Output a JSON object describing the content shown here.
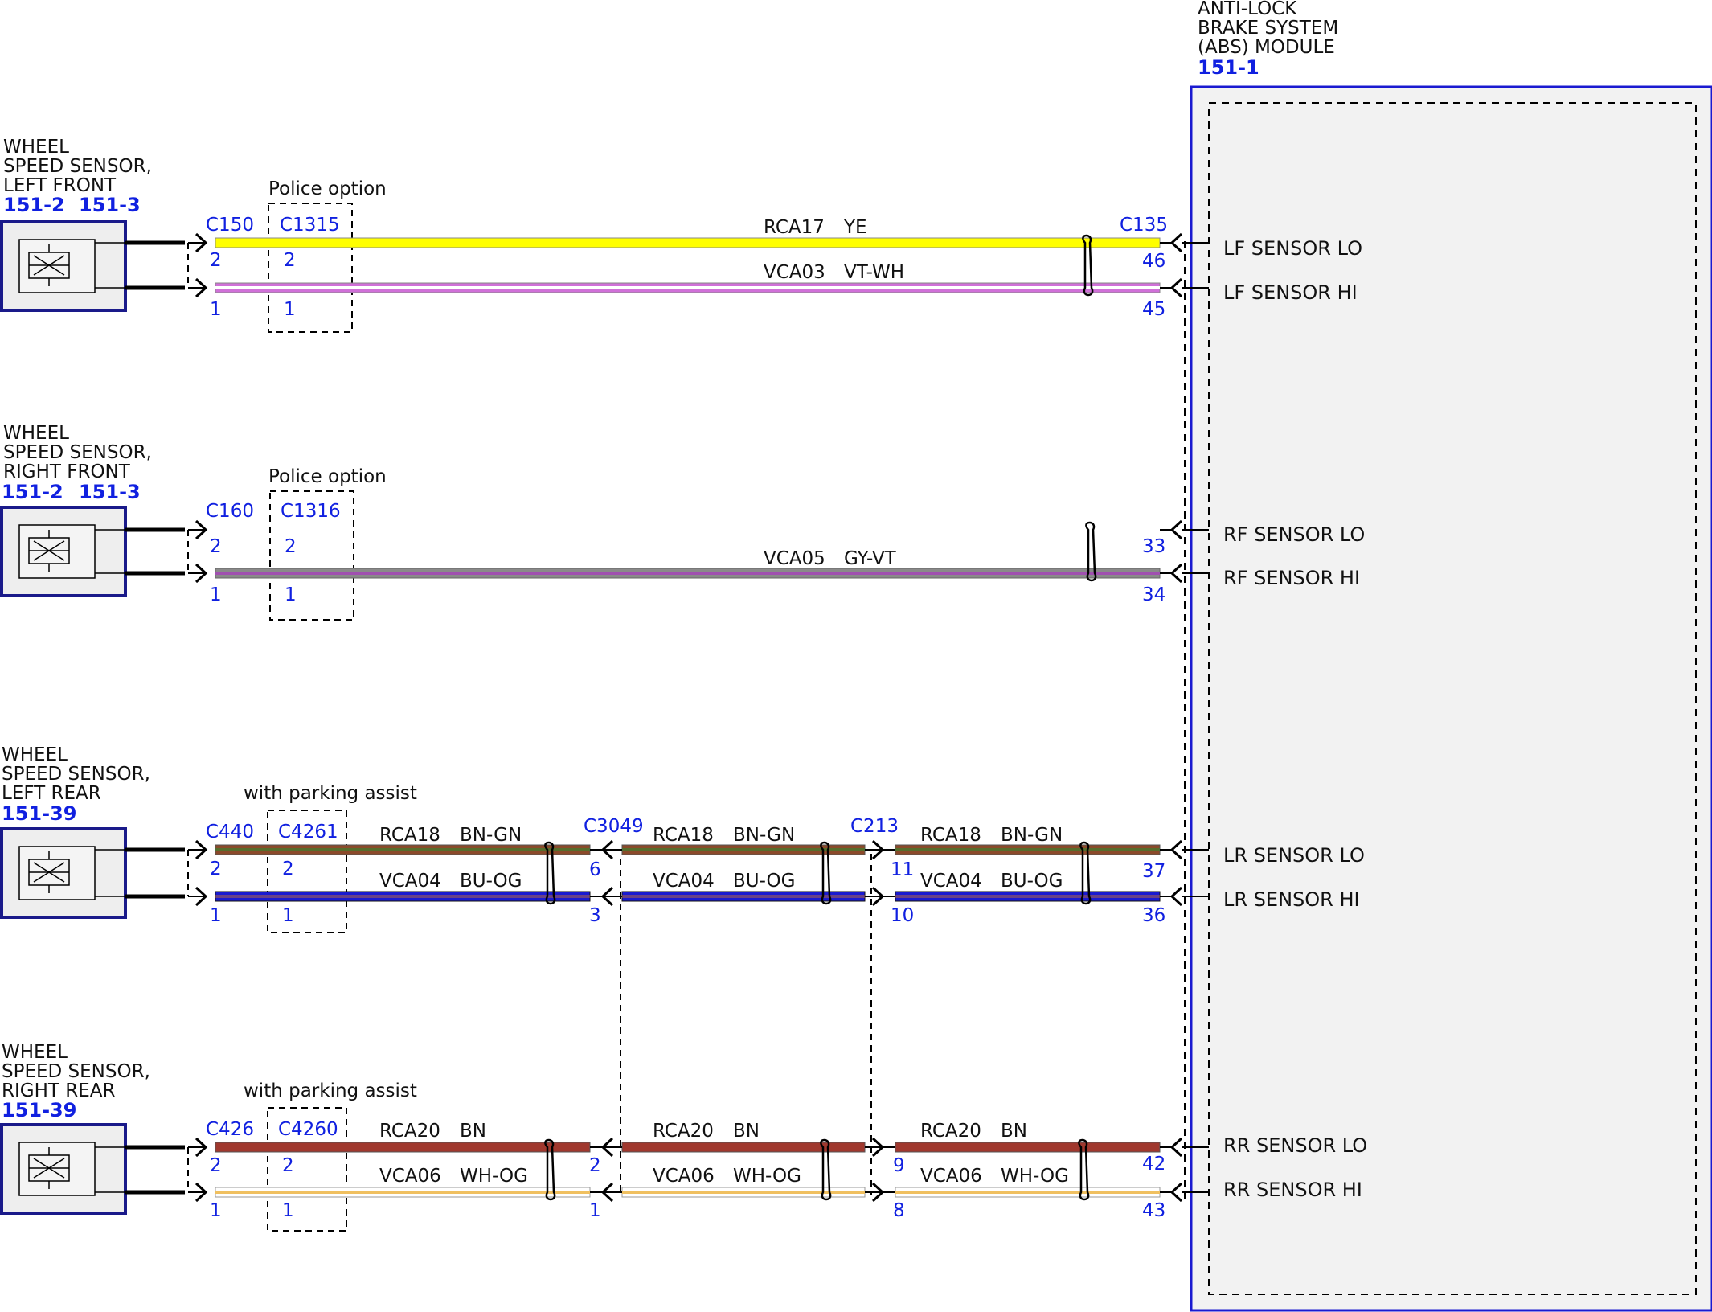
{
  "module": {
    "title_lines": [
      "ANTI-LOCK",
      "BRAKE SYSTEM",
      "(ABS) MODULE"
    ],
    "ref": "151-1",
    "connector": "C135",
    "colors": {
      "border": "#1a1ad0",
      "fill": "#f2f2f2"
    }
  },
  "sensors": [
    {
      "title_lines": [
        "WHEEL",
        "SPEED SENSOR,",
        "LEFT FRONT"
      ],
      "refs": [
        "151-2",
        "151-3"
      ],
      "option_label": "Police option",
      "sensor_connector": "C150",
      "option_connector": "C1315",
      "pins_top": [
        "2",
        "2"
      ],
      "pins_bottom": [
        "1",
        "1"
      ],
      "module_pins": [
        "46",
        "45"
      ],
      "signals": [
        "LF SENSOR LO",
        "LF SENSOR HI"
      ]
    },
    {
      "title_lines": [
        "WHEEL",
        "SPEED SENSOR,",
        "RIGHT FRONT"
      ],
      "refs": [
        "151-2",
        "151-3"
      ],
      "option_label": "Police option",
      "sensor_connector": "C160",
      "option_connector": "C1316",
      "pins_top": [
        "2",
        "2"
      ],
      "pins_bottom": [
        "1",
        "1"
      ],
      "module_pins": [
        "33",
        "34"
      ],
      "signals": [
        "RF SENSOR LO",
        "RF SENSOR HI"
      ]
    },
    {
      "title_lines": [
        "WHEEL",
        "SPEED SENSOR,",
        "LEFT REAR"
      ],
      "refs": [
        "151-39"
      ],
      "option_label": "with parking assist",
      "sensor_connector": "C440",
      "option_connector": "C4261",
      "pins_top": [
        "2",
        "2"
      ],
      "pins_bottom": [
        "1",
        "1"
      ],
      "inline1": {
        "connector": "C3049",
        "pin_top": "6",
        "pin_bottom": "3"
      },
      "inline2": {
        "connector": "C213",
        "pin_top": "11",
        "pin_bottom": "10"
      },
      "module_pins": [
        "37",
        "36"
      ],
      "signals": [
        "LR SENSOR LO",
        "LR SENSOR HI"
      ]
    },
    {
      "title_lines": [
        "WHEEL",
        "SPEED SENSOR,",
        "RIGHT REAR"
      ],
      "refs": [
        "151-39"
      ],
      "option_label": "with parking assist",
      "sensor_connector": "C426",
      "option_connector": "C4260",
      "pins_top": [
        "2",
        "2"
      ],
      "pins_bottom": [
        "1",
        "1"
      ],
      "inline1": {
        "connector": "",
        "pin_top": "2",
        "pin_bottom": "1"
      },
      "inline2": {
        "connector": "",
        "pin_top": "9",
        "pin_bottom": "8"
      },
      "module_pins": [
        "42",
        "43"
      ],
      "signals": [
        "RR SENSOR LO",
        "RR SENSOR HI"
      ]
    }
  ],
  "wires": {
    "lf_lo": {
      "circuit": "RCA17",
      "color_code": "YE",
      "colors": [
        "#ffff00"
      ]
    },
    "lf_hi": {
      "circuit": "VCA03",
      "color_code": "VT-WH",
      "colors": [
        "#d070d8",
        "#ffffff"
      ]
    },
    "rf": {
      "circuit": "VCA05",
      "color_code": "GY-VT",
      "colors": [
        "#8a8a8a",
        "#a050b0"
      ]
    },
    "lr_lo": {
      "circuit": "RCA18",
      "color_code": "BN-GN",
      "colors": [
        "#8b4a2a",
        "#2e8b2e"
      ]
    },
    "lr_hi": {
      "circuit": "VCA04",
      "color_code": "BU-OG",
      "colors": [
        "#1a1ad0",
        "#ff8c00"
      ]
    },
    "rr_lo": {
      "circuit": "RCA20",
      "color_code": "BN",
      "colors": [
        "#a0382e"
      ]
    },
    "rr_hi": {
      "circuit": "VCA06",
      "color_code": "WH-OG",
      "colors": [
        "#ffffff",
        "#f0c060"
      ]
    }
  }
}
